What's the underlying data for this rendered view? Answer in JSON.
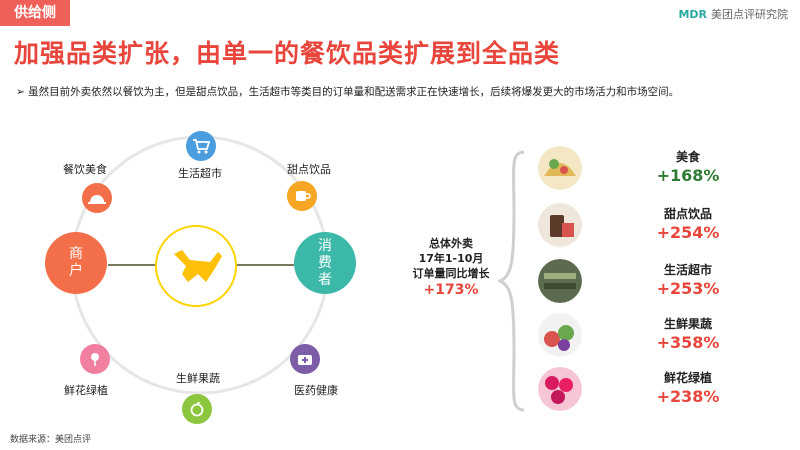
{
  "header": {
    "tag": "供给侧",
    "brand_mark": "MDR",
    "brand_name": "美团点评研究院"
  },
  "title": "加强品类扩张，由单一的餐饮品类扩展到全品类",
  "note": "➢ 虽然目前外卖依然以餐饮为主，但是甜点饮品，生活超市等类目的订单量和配送需求正在快速增长，后续将爆发更大的市场活力和市场空间。",
  "diagram": {
    "merchant": [
      "商",
      "户"
    ],
    "consumer": [
      "消",
      "费",
      "者"
    ],
    "nodes": [
      {
        "label": "餐饮美食",
        "icon": "meal-cloche-icon",
        "color": "#f26f4a"
      },
      {
        "label": "生活超市",
        "icon": "shopping-cart-icon",
        "color": "#4a9ee0"
      },
      {
        "label": "甜点饮品",
        "icon": "coffee-cup-icon",
        "color": "#f5a623"
      },
      {
        "label": "鲜花绿植",
        "icon": "flower-icon",
        "color": "#f07fa0"
      },
      {
        "label": "生鲜果蔬",
        "icon": "apple-icon",
        "color": "#8cc63f"
      },
      {
        "label": "医药健康",
        "icon": "medical-kit-icon",
        "color": "#7b5ea7"
      }
    ]
  },
  "summary": {
    "lines": [
      "总体外卖",
      "17年1-10月",
      "订单量同比增长"
    ],
    "growth": "+173%"
  },
  "categories": [
    {
      "name": "美食",
      "growth": "+168%",
      "color": "#2e7d32",
      "icon": "food-dish-photo"
    },
    {
      "name": "甜点饮品",
      "growth": "+254%",
      "color": "#e8463c",
      "icon": "dessert-drink-photo"
    },
    {
      "name": "生活超市",
      "growth": "+253%",
      "color": "#e8463c",
      "icon": "supermarket-goods-photo"
    },
    {
      "name": "生鲜果蔬",
      "growth": "+358%",
      "color": "#e8463c",
      "icon": "fresh-vegetables-photo"
    },
    {
      "name": "鲜花绿植",
      "growth": "+238%",
      "color": "#e8463c",
      "icon": "flowers-photo"
    }
  ],
  "source": "数据来源：美团点评"
}
